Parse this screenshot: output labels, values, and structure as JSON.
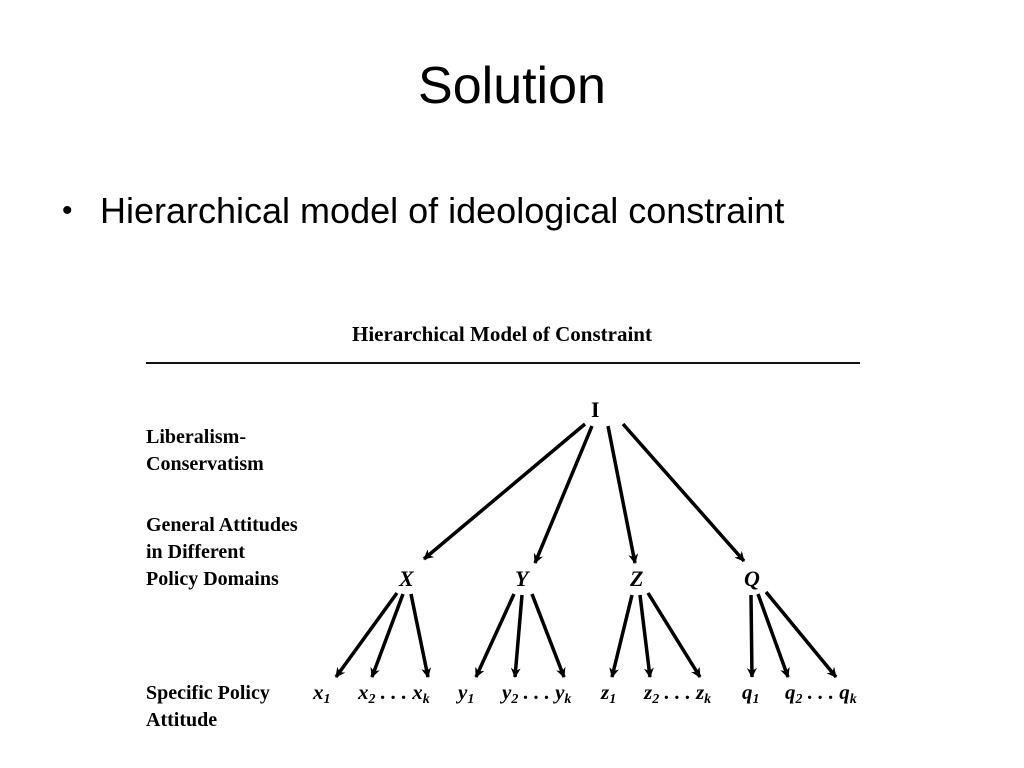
{
  "slide": {
    "title": "Solution",
    "bullet": "Hierarchical model of ideological constraint"
  },
  "figure": {
    "title": "Hierarchical Model of Constraint",
    "levels": {
      "top": [
        "Liberalism-",
        "Conservatism"
      ],
      "middle": [
        "General Attitudes",
        "in Different",
        "Policy Domains"
      ],
      "bottom": [
        "Specific Policy",
        "Attitude"
      ]
    },
    "root": "I",
    "domains": [
      "X",
      "Y",
      "Z",
      "Q"
    ],
    "leaves": [
      {
        "first": "x",
        "first_sub": "1",
        "second": "x",
        "second_sub": "2",
        "dots": " . . . ",
        "last": "x",
        "last_sub": "k"
      },
      {
        "first": "y",
        "first_sub": "1",
        "second": "y",
        "second_sub": "2",
        "dots": " . . . ",
        "last": "y",
        "last_sub": "k"
      },
      {
        "first": "z",
        "first_sub": "1",
        "second": "z",
        "second_sub": "2",
        "dots": " . . . ",
        "last": "z",
        "last_sub": "k"
      },
      {
        "first": "q",
        "first_sub": "1",
        "second": "q",
        "second_sub": "2",
        "dots": " . . . ",
        "last": "q",
        "last_sub": "k"
      }
    ]
  }
}
